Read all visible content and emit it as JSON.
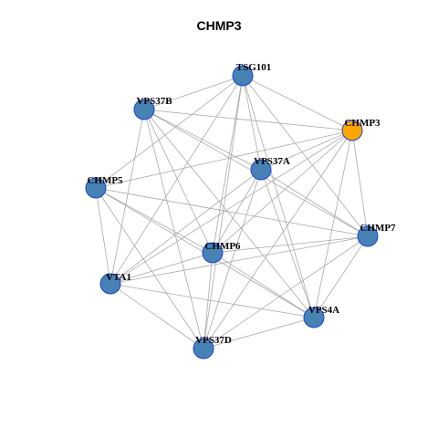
{
  "title": "CHMP3",
  "colors": {
    "focus": "#FFA500",
    "other": "#4682B4",
    "border": "#1F3FD6",
    "edge": "#A9A9A9"
  },
  "nodes": [
    {
      "id": "TSG101",
      "label": "TSG101",
      "color": "#4682B4"
    },
    {
      "id": "VPS37B",
      "label": "VPS37B",
      "color": "#4682B4"
    },
    {
      "id": "CHMP3",
      "label": "CHMP3",
      "color": "#FFA500"
    },
    {
      "id": "VPS37A",
      "label": "VPS37A",
      "color": "#4682B4"
    },
    {
      "id": "CHMP5",
      "label": "CHMP5",
      "color": "#4682B4"
    },
    {
      "id": "CHMP7",
      "label": "CHMP7",
      "color": "#4682B4"
    },
    {
      "id": "CHMP6",
      "label": "CHMP6",
      "color": "#4682B4"
    },
    {
      "id": "VTA1",
      "label": "VTA1",
      "color": "#4682B4"
    },
    {
      "id": "VPS4A",
      "label": "VPS4A",
      "color": "#4682B4"
    },
    {
      "id": "VPS37D",
      "label": "VPS37D",
      "color": "#4682B4"
    }
  ],
  "edges": [
    [
      "TSG101",
      "VPS37B"
    ],
    [
      "TSG101",
      "CHMP3"
    ],
    [
      "TSG101",
      "VPS37A"
    ],
    [
      "TSG101",
      "CHMP5"
    ],
    [
      "TSG101",
      "CHMP7"
    ],
    [
      "TSG101",
      "CHMP6"
    ],
    [
      "TSG101",
      "VTA1"
    ],
    [
      "TSG101",
      "VPS4A"
    ],
    [
      "TSG101",
      "VPS37D"
    ],
    [
      "VPS37B",
      "CHMP3"
    ],
    [
      "VPS37B",
      "VPS37A"
    ],
    [
      "VPS37B",
      "CHMP7"
    ],
    [
      "VPS37B",
      "CHMP6"
    ],
    [
      "VPS37B",
      "VTA1"
    ],
    [
      "VPS37B",
      "VPS4A"
    ],
    [
      "VPS37B",
      "VPS37D"
    ],
    [
      "CHMP3",
      "VPS37A"
    ],
    [
      "CHMP3",
      "CHMP5"
    ],
    [
      "CHMP3",
      "CHMP7"
    ],
    [
      "CHMP3",
      "CHMP6"
    ],
    [
      "CHMP3",
      "VTA1"
    ],
    [
      "CHMP3",
      "VPS4A"
    ],
    [
      "CHMP3",
      "VPS37D"
    ],
    [
      "VPS37A",
      "CHMP7"
    ],
    [
      "VPS37A",
      "CHMP6"
    ],
    [
      "VPS37A",
      "VTA1"
    ],
    [
      "VPS37A",
      "VPS4A"
    ],
    [
      "VPS37A",
      "VPS37D"
    ],
    [
      "CHMP5",
      "CHMP7"
    ],
    [
      "CHMP5",
      "CHMP6"
    ],
    [
      "CHMP5",
      "VTA1"
    ],
    [
      "CHMP5",
      "VPS4A"
    ],
    [
      "CHMP5",
      "VPS37D"
    ],
    [
      "CHMP7",
      "CHMP6"
    ],
    [
      "CHMP7",
      "VTA1"
    ],
    [
      "CHMP7",
      "VPS4A"
    ],
    [
      "CHMP7",
      "VPS37D"
    ],
    [
      "CHMP6",
      "VTA1"
    ],
    [
      "CHMP6",
      "VPS4A"
    ],
    [
      "CHMP6",
      "VPS37D"
    ],
    [
      "VTA1",
      "VPS4A"
    ],
    [
      "VTA1",
      "VPS37D"
    ],
    [
      "VPS4A",
      "VPS37D"
    ]
  ]
}
